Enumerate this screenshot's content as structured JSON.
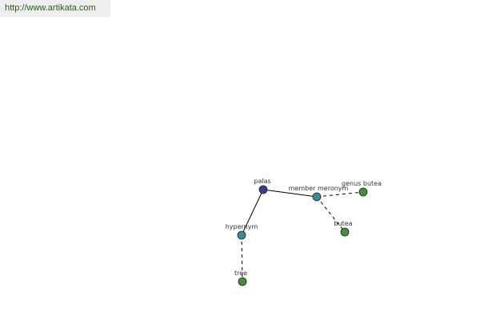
{
  "header": {
    "url": "http://www.artikata.com"
  },
  "colors": {
    "root": "#3a3d8c",
    "relation": "#3a8a8f",
    "leaf": "#4a8a3c",
    "edge": "#000000",
    "url_bar_bg": "#eeeeee",
    "url_text": "#2c5a1e"
  },
  "graph": {
    "nodes": [
      {
        "id": "palas",
        "label": "palas",
        "kind": "root"
      },
      {
        "id": "member_meronym",
        "label": "member meronym",
        "kind": "relation"
      },
      {
        "id": "hypernym",
        "label": "hypernym",
        "kind": "relation"
      },
      {
        "id": "genus_butea",
        "label": "genus butea",
        "kind": "leaf"
      },
      {
        "id": "butea",
        "label": "butea",
        "kind": "leaf"
      },
      {
        "id": "tree",
        "label": "tree",
        "kind": "leaf"
      }
    ],
    "edges": [
      {
        "from": "palas",
        "to": "member_meronym",
        "style": "solid"
      },
      {
        "from": "palas",
        "to": "hypernym",
        "style": "solid"
      },
      {
        "from": "member_meronym",
        "to": "genus_butea",
        "style": "dashed"
      },
      {
        "from": "member_meronym",
        "to": "butea",
        "style": "dashed"
      },
      {
        "from": "hypernym",
        "to": "tree",
        "style": "dashed"
      }
    ]
  }
}
